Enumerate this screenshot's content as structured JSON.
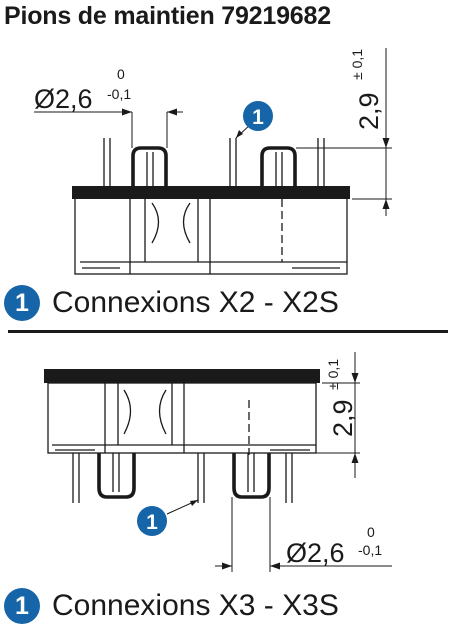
{
  "title": "Pions de maintien 79219682",
  "callout_number": "1",
  "section_x2": {
    "diameter_label": "Ø2,6",
    "diameter_tol_upper": "0",
    "diameter_tol_lower": "-0,1",
    "height_label": "2,9",
    "height_tol": "± 0,1",
    "caption": "Connexions X2 - X2S"
  },
  "section_x3": {
    "diameter_label": "Ø2,6",
    "diameter_tol_upper": "0",
    "diameter_tol_lower": "-0,1",
    "height_label": "2,9",
    "height_tol": "± 0,1",
    "caption": "Connexions X3 - X3S"
  },
  "colors": {
    "callout": "#1565a8",
    "ink": "#1a1a1a"
  }
}
